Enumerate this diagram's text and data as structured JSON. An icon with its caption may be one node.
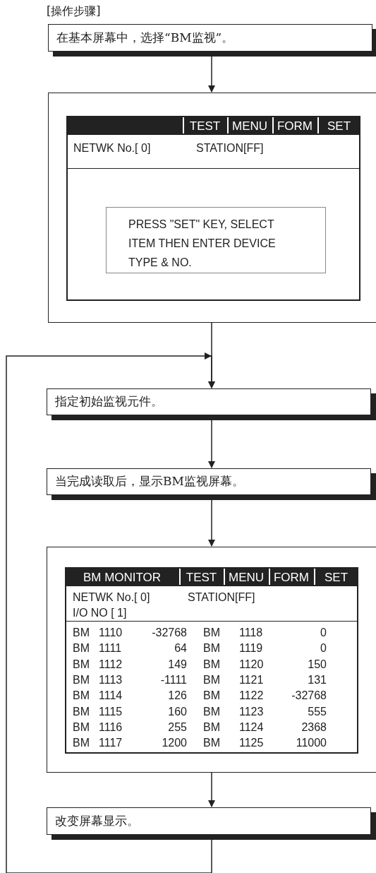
{
  "diagram": {
    "title": "[操作步骤]",
    "nodes": [
      {
        "text": [
          "在基本屏幕中，选择“BM监视”。"
        ]
      },
      {
        "text": [],
        "shape": "box"
      },
      {
        "text": [
          "TEST",
          "MENU",
          "FORM",
          "SET",
          "NETWK No.[ 0]",
          "STATION[FF]"
        ],
        "in": 1
      },
      {
        "text": [
          "PRESS \"SET\" KEY, SELECT ITEM THEN ENTER DEVICE TYPE & NO."
        ],
        "in": 2
      },
      {
        "text": [
          "指定初始监视元件。"
        ]
      },
      {
        "text": [
          "当完成读取后，显示BM监视屏幕。"
        ]
      },
      {
        "text": [],
        "shape": "box"
      },
      {
        "text": [
          "BM MONITOR",
          "TEST",
          "MENU",
          "FORM",
          "SET",
          "NETWK No.[ 0]",
          "STATION[FF]",
          "I/O NO [ 1]"
        ],
        "in": 6
      },
      {
        "text": [
          "改变屏幕显示。"
        ]
      }
    ],
    "edges": [
      {
        "from": 0,
        "to": 1,
        "arrow": "to"
      },
      {
        "from": 1,
        "to": 4,
        "arrow": "to"
      },
      {
        "from": 4,
        "to": 5,
        "arrow": "to"
      },
      {
        "from": 5,
        "to": 6,
        "arrow": "to"
      },
      {
        "from": 6,
        "to": 8,
        "arrow": "to"
      },
      {
        "from": 8,
        "to": 4,
        "arrow": "to"
      }
    ],
    "labels": [
      "BM",
      "1110",
      "-32768",
      "BM",
      "1118",
      "0",
      "BM",
      "1111",
      "64",
      "BM",
      "1119",
      "0",
      "BM",
      "1112",
      "149",
      "BM",
      "1120",
      "150",
      "BM",
      "1113",
      "-1111",
      "BM",
      "1121",
      "131",
      "BM",
      "1114",
      "126",
      "BM",
      "1122",
      "-32768",
      "BM",
      "1115",
      "160",
      "BM",
      "1123",
      "555",
      "BM",
      "1116",
      "255",
      "BM",
      "1124",
      "2368",
      "BM",
      "1117",
      "1200",
      "BM",
      "1125",
      "11000"
    ]
  }
}
